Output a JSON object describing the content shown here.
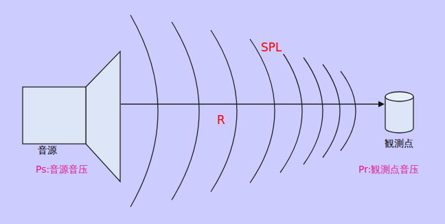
{
  "diagram": {
    "nodes": [
      {
        "text": [
          "音源",
          "Ps:音源音压"
        ]
      },
      {
        "text": [
          "観測点",
          "Pr:観測点音压"
        ]
      }
    ],
    "edges": [
      {
        "from": 0,
        "to": 1,
        "arrow": "to",
        "label": "R"
      }
    ],
    "labels": [
      "SPL"
    ]
  }
}
